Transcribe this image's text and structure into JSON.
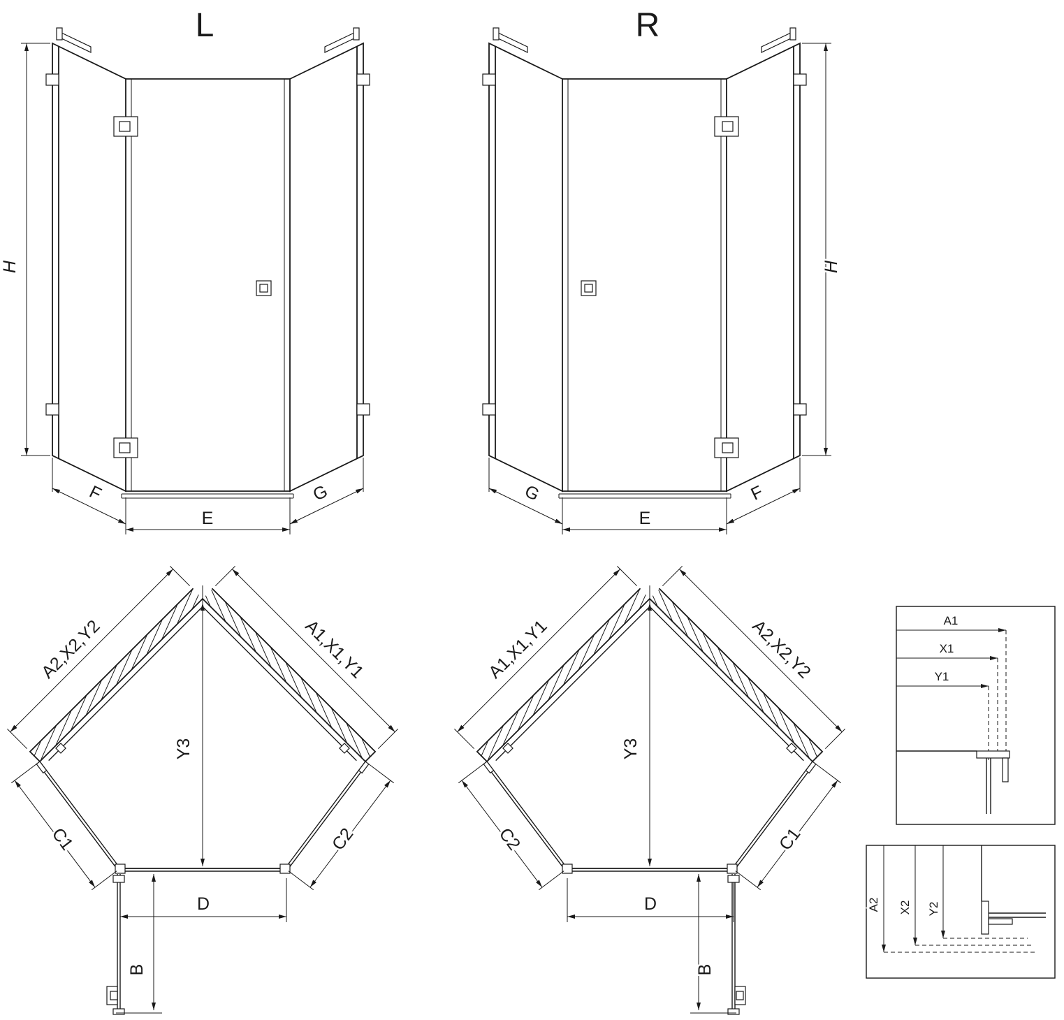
{
  "page": {
    "background": "#ffffff",
    "line_color": "#1a1a1a",
    "drawing_type": "pentagonal shower enclosure technical drawing"
  },
  "views": {
    "elevation_left": {
      "variant_label": "L",
      "dim_height": "H",
      "dim_bottom_left": "F",
      "dim_bottom_center": "E",
      "dim_bottom_right": "G"
    },
    "elevation_right": {
      "variant_label": "R",
      "dim_height": "H",
      "dim_bottom_left": "G",
      "dim_bottom_center": "E",
      "dim_bottom_right": "F"
    },
    "plan_left": {
      "dim_wall_left": "A2,X2,Y2",
      "dim_wall_right": "A1,X1,Y1",
      "dim_depth": "Y3",
      "dim_side_left": "C1",
      "dim_side_right": "C2",
      "dim_door_width": "D",
      "dim_door_swing": "B"
    },
    "plan_right": {
      "dim_wall_left": "A1,X1,Y1",
      "dim_wall_right": "A2,X2,Y2",
      "dim_depth": "Y3",
      "dim_side_left": "C2",
      "dim_side_right": "C1",
      "dim_door_width": "D",
      "dim_door_swing": "B"
    },
    "detail_top": {
      "dim_1": "A1",
      "dim_2": "X1",
      "dim_3": "Y1"
    },
    "detail_bottom": {
      "dim_1": "A2",
      "dim_2": "X2",
      "dim_3": "Y2"
    }
  }
}
